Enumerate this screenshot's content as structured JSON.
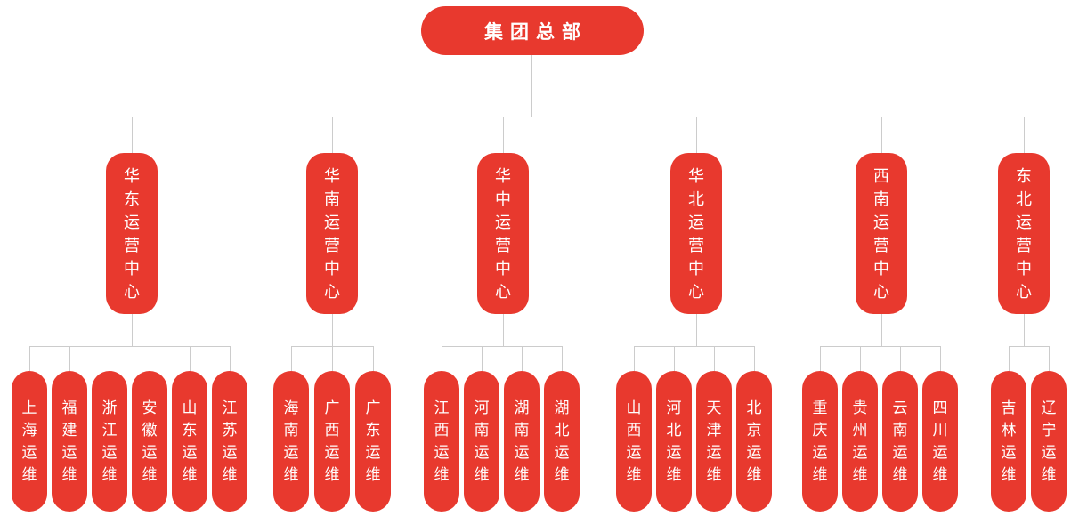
{
  "colors": {
    "node_fill": "#e8392e",
    "node_text": "#ffffff",
    "connector": "#cccccc",
    "background": "#ffffff"
  },
  "root": {
    "label": "集团总部"
  },
  "branches": [
    {
      "label": "华东运营中心",
      "children": [
        {
          "label": "上海运维"
        },
        {
          "label": "福建运维"
        },
        {
          "label": "浙江运维"
        },
        {
          "label": "安徽运维"
        },
        {
          "label": "山东运维"
        },
        {
          "label": "江苏运维"
        }
      ]
    },
    {
      "label": "华南运营中心",
      "children": [
        {
          "label": "海南运维"
        },
        {
          "label": "广西运维"
        },
        {
          "label": "广东运维"
        }
      ]
    },
    {
      "label": "华中运营中心",
      "children": [
        {
          "label": "江西运维"
        },
        {
          "label": "河南运维"
        },
        {
          "label": "湖南运维"
        },
        {
          "label": "湖北运维"
        }
      ]
    },
    {
      "label": "华北运营中心",
      "children": [
        {
          "label": "山西运维"
        },
        {
          "label": "河北运维"
        },
        {
          "label": "天津运维"
        },
        {
          "label": "北京运维"
        }
      ]
    },
    {
      "label": "西南运营中心",
      "children": [
        {
          "label": "重庆运维"
        },
        {
          "label": "贵州运维"
        },
        {
          "label": "云南运维"
        },
        {
          "label": "四川运维"
        }
      ]
    },
    {
      "label": "东北运营中心",
      "children": [
        {
          "label": "吉林运维"
        },
        {
          "label": "辽宁运维"
        }
      ]
    }
  ]
}
